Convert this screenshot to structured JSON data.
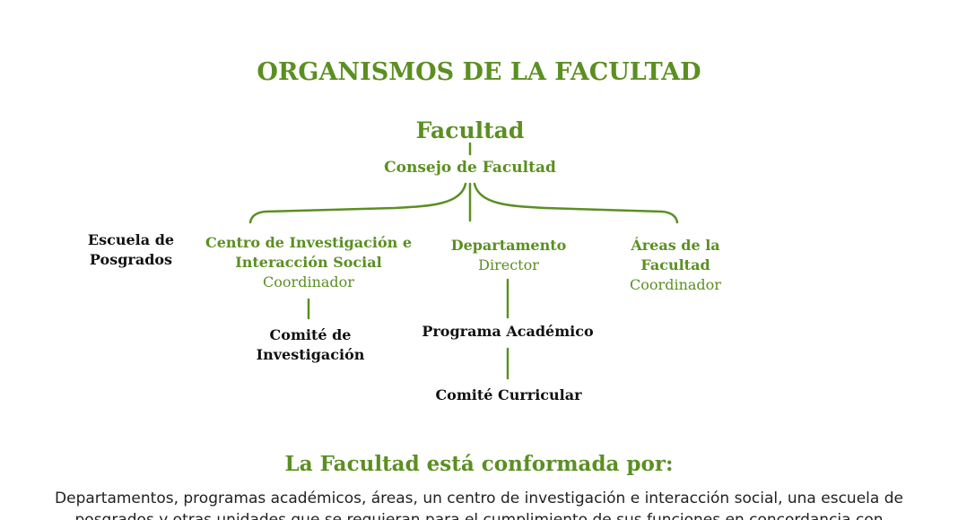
{
  "title": "ORGANISMOS DE LA FACULTAD",
  "org_chart": {
    "root": "Facultad",
    "council": "Consejo de Facultad",
    "escuela": "Escuela de Posgrados",
    "centro": {
      "name": "Centro de Investigación e Interacción Social",
      "head": "Coordinador"
    },
    "departamento": {
      "name": "Departamento",
      "head": "Director"
    },
    "areas": {
      "name": "Áreas de la Facultad",
      "head": "Coordinador"
    },
    "comite_investigacion": "Comité de Investigación",
    "programa": "Programa Académico",
    "comite_curricular": "Comité Curricular"
  },
  "composition": {
    "heading": "La Facultad está conformada por:",
    "text": "Departamentos, programas académicos, áreas, un centro de investigación e interacción social, una escuela de posgrados y otras unidades que se requieran para el cumplimiento de sus funciones en concordancia con"
  },
  "colors": {
    "accent_green": "#5b8f22",
    "text_black": "#111111"
  }
}
